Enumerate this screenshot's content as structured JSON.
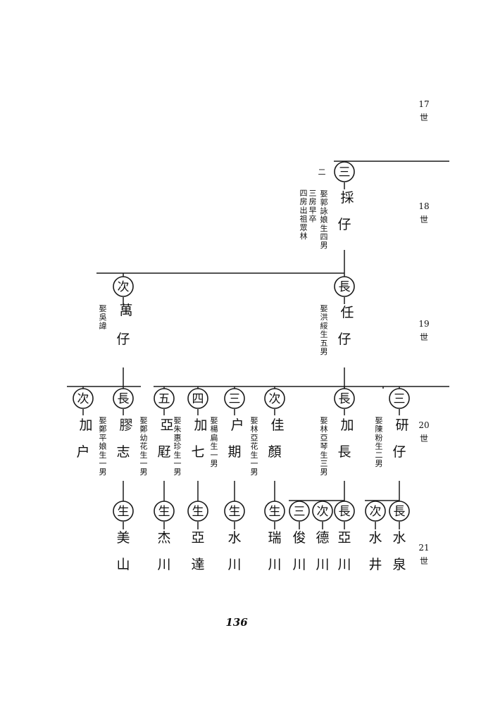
{
  "page_number": "136",
  "generations": [
    {
      "num": "17",
      "label": "世"
    },
    {
      "num": "18",
      "label": "世"
    },
    {
      "num": "19",
      "label": "世"
    },
    {
      "num": "20",
      "label": "世"
    },
    {
      "num": "21",
      "label": "世"
    }
  ],
  "persons": [
    {
      "order": "三",
      "name": "採仔",
      "note": "娶郭詠娘生四男",
      "note2": "三房早卒",
      "note3": "四房出祖眾林",
      "side": "二"
    },
    {
      "order": "長",
      "name": "任仔",
      "note": "娶洪綏生五男"
    },
    {
      "order": "次",
      "name": "萬仔",
      "note": "娶吳諱"
    },
    {
      "order": "次",
      "name": "加户",
      "note": ""
    },
    {
      "order": "長",
      "name": "膠志",
      "note": "娶鄭平娘生一男"
    },
    {
      "order": "五",
      "name": "亞屘",
      "note": "娶鄭幼花生一男"
    },
    {
      "order": "四",
      "name": "加七",
      "note": "娶朱惠珍生一男"
    },
    {
      "order": "三",
      "name": "户期",
      "note": "娶楊扁生一男"
    },
    {
      "order": "次",
      "name": "佳顏",
      "note": "娶林亞花生一男"
    },
    {
      "order": "長",
      "name": "加長",
      "note": "娶林亞琴生三男"
    },
    {
      "order": "三",
      "name": "研仔",
      "note": "娶陳粉生二男"
    },
    {
      "order": "生",
      "name": "美山",
      "note": ""
    },
    {
      "order": "生",
      "name": "杰川",
      "note": ""
    },
    {
      "order": "生",
      "name": "亞達",
      "note": ""
    },
    {
      "order": "生",
      "name": "水川",
      "note": ""
    },
    {
      "order": "生",
      "name": "瑞川",
      "note": ""
    },
    {
      "order": "三",
      "name": "俊川",
      "note": ""
    },
    {
      "order": "次",
      "name": "德川",
      "note": ""
    },
    {
      "order": "長",
      "name": "亞川",
      "note": ""
    },
    {
      "order": "次",
      "name": "水井",
      "note": ""
    },
    {
      "order": "長",
      "name": "水泉",
      "note": ""
    }
  ]
}
